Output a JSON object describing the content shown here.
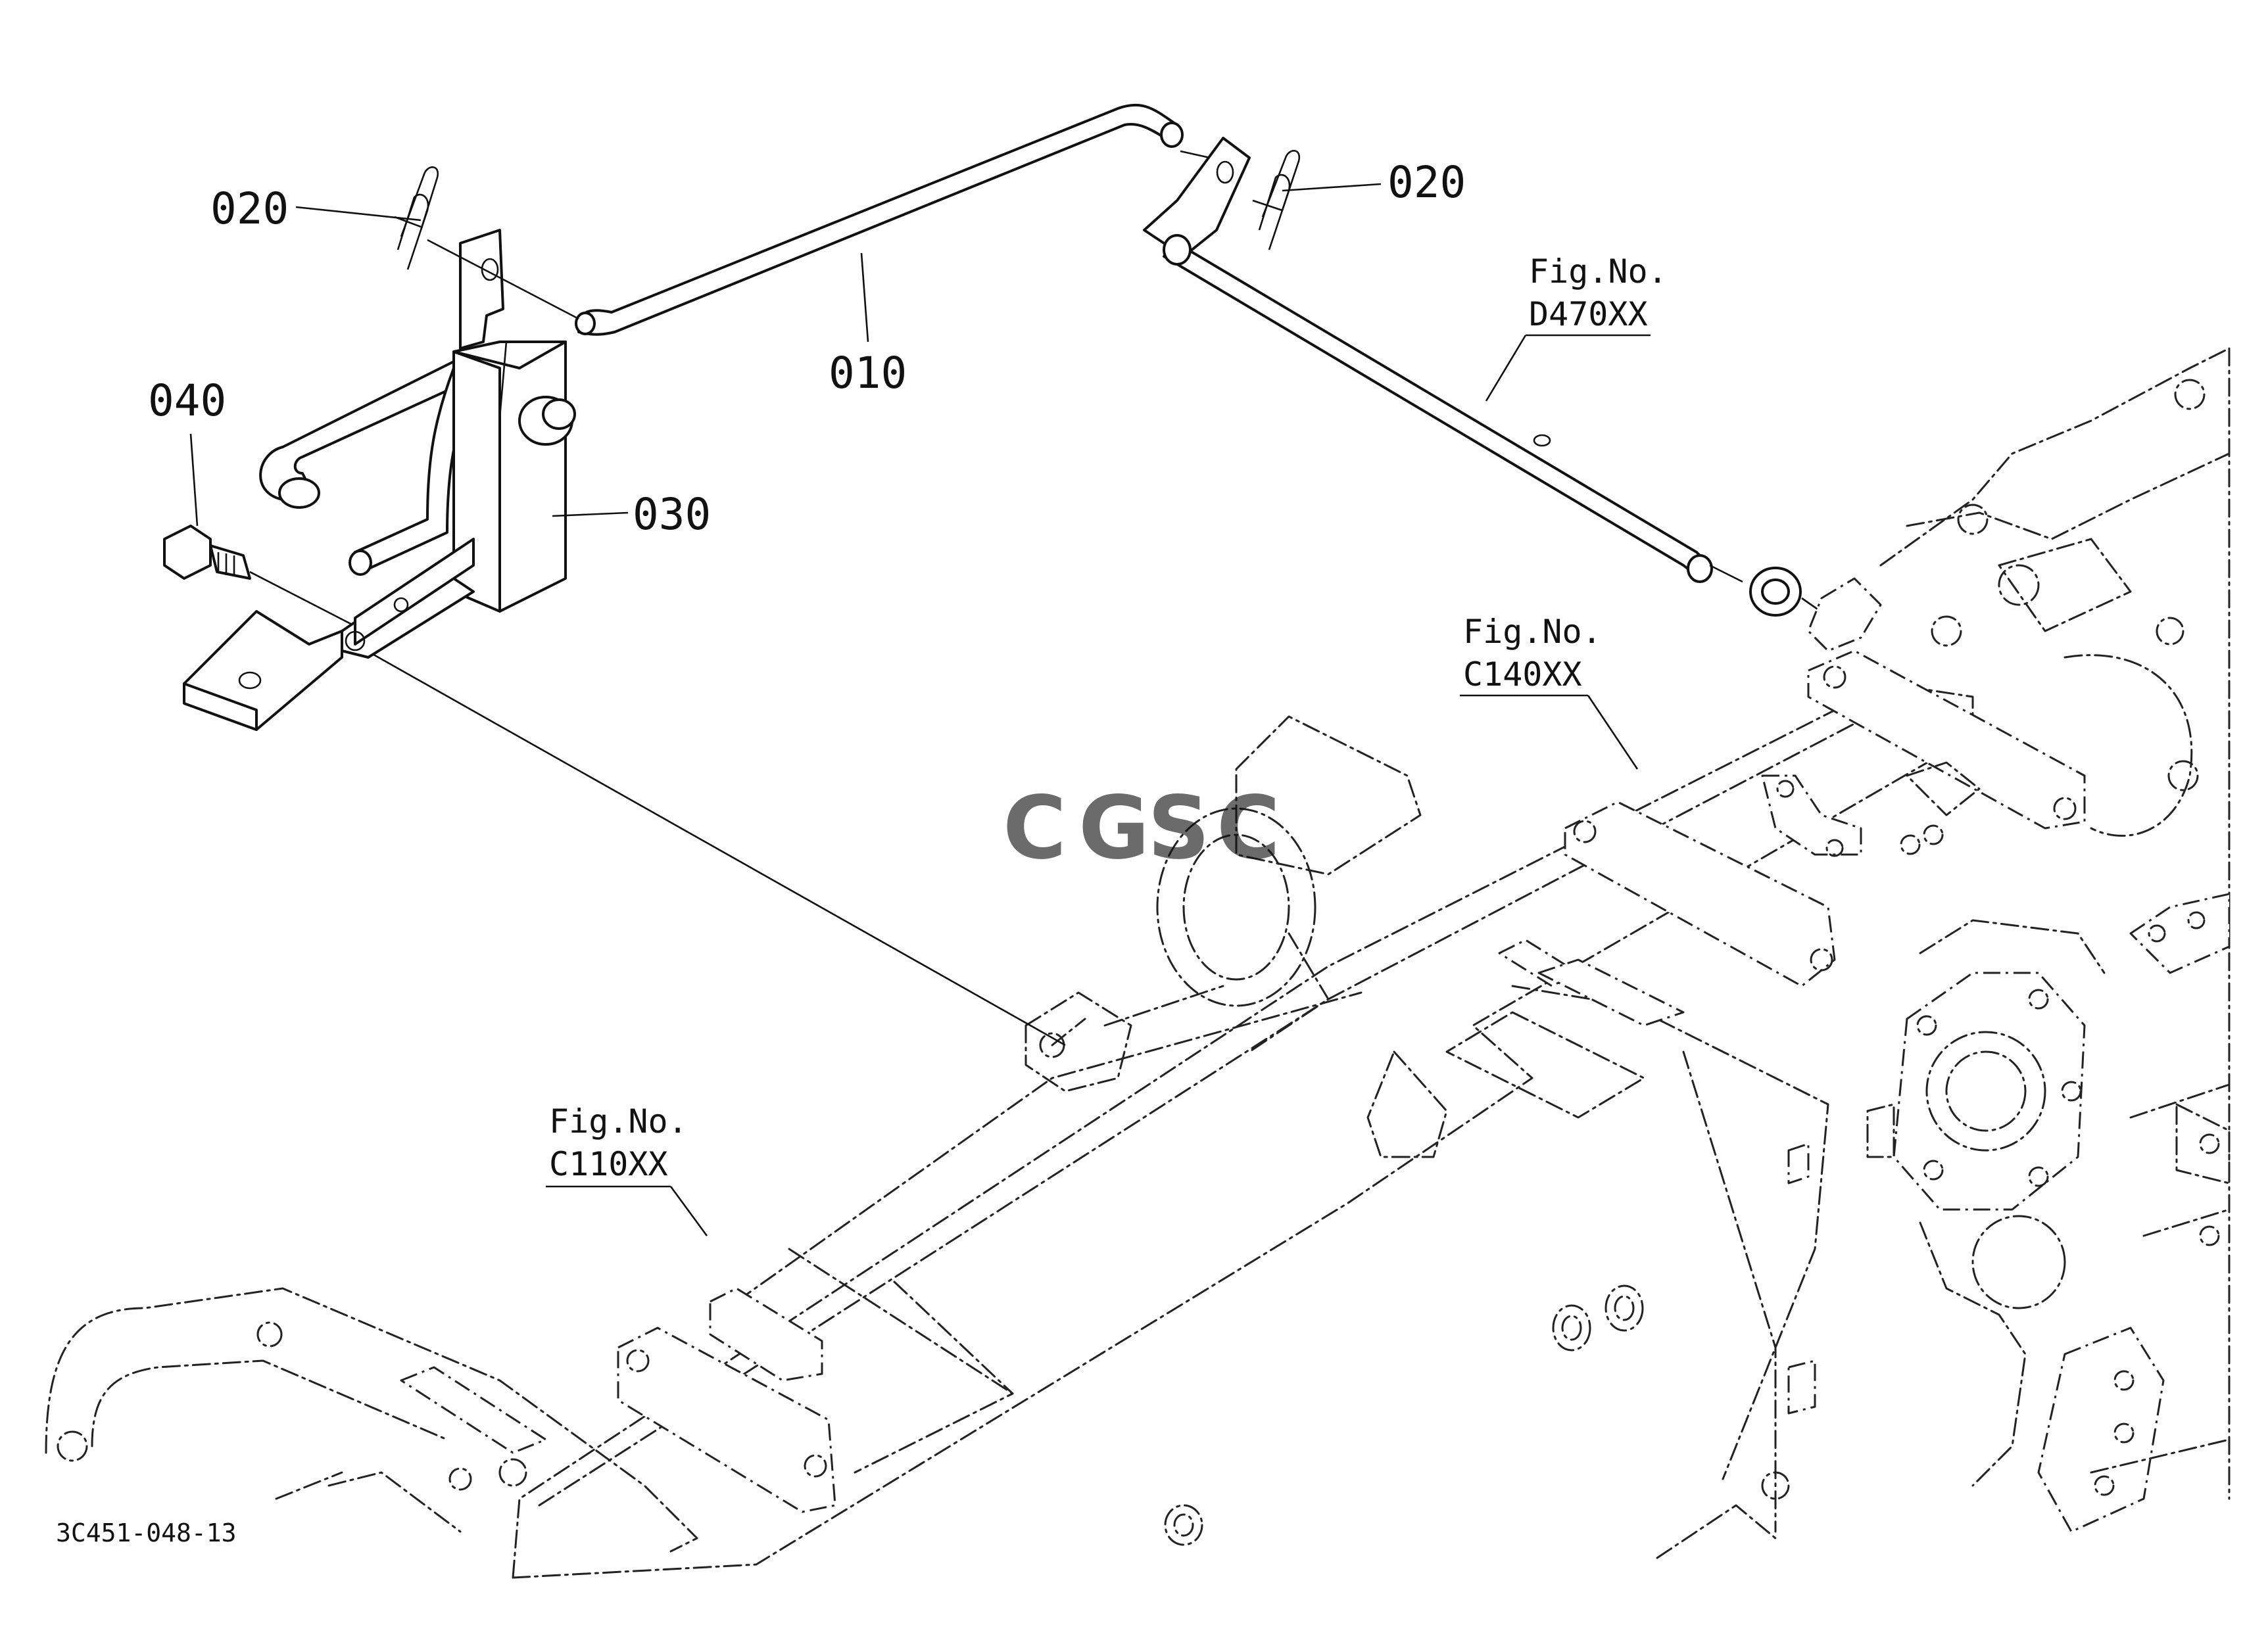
{
  "part_labels": {
    "p010": "010",
    "p020_left": "020",
    "p020_right": "020",
    "p030": "030",
    "p040": "040"
  },
  "figure_refs": {
    "d470": {
      "line1": "Fig.No.",
      "line2": "D470XX"
    },
    "c140": {
      "line1": "Fig.No.",
      "line2": "C140XX"
    },
    "c110": {
      "line1": "Fig.No.",
      "line2": "C110XX"
    }
  },
  "drawing_code": "3C451-048-13",
  "watermark": {
    "letters": [
      "C",
      "G",
      "S",
      "C"
    ],
    "colors": [
      "#4f8bf0",
      "#ef6f5e",
      "#f5c84a",
      "#4fb27a"
    ]
  }
}
